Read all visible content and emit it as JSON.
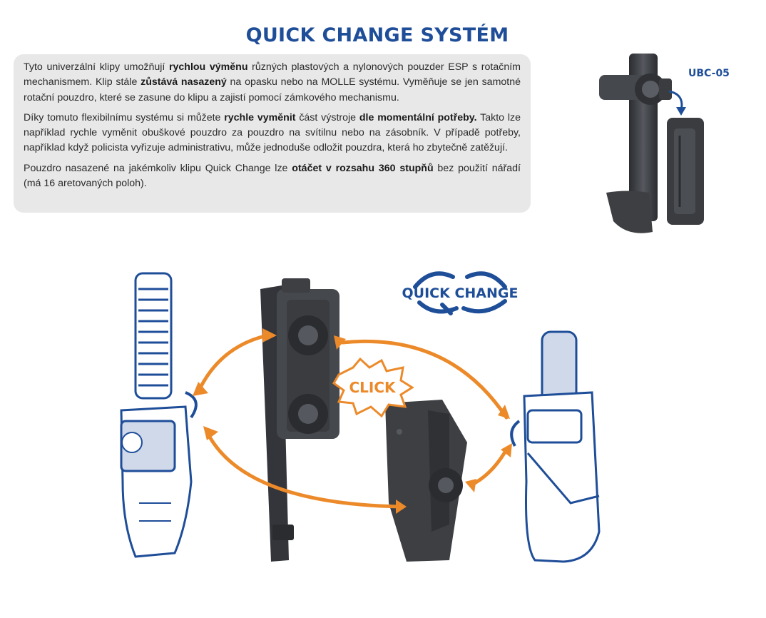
{
  "title": "QUICK CHANGE SYSTÉM",
  "product_code": "UBC-05",
  "paragraphs": [
    [
      {
        "t": "Tyto univerzální klipy umožňují "
      },
      {
        "t": "rychlou výměnu",
        "b": true
      },
      {
        "t": " různých plastových a nylonových pouzder ESP s rotačním mechanismem. Klip stále "
      },
      {
        "t": "zůstává nasazený",
        "b": true
      },
      {
        "t": " na opasku nebo na MOLLE systému. Vyměňuje se jen samotné rotační pouzdro, které se zasune do klipu a zajistí pomocí zámkového mechanismu."
      }
    ],
    [
      {
        "t": "Díky tomuto flexibilnímu systému si můžete "
      },
      {
        "t": "rychle vyměnit",
        "b": true
      },
      {
        "t": " část výstroje "
      },
      {
        "t": "dle momentální potřeby.",
        "b": true
      },
      {
        "t": " Takto lze například rychle vyměnit obuškové pouzdro za pouzdro na svítilnu nebo na zásobník. V případě potřeby, například když policista vyřizuje administrativu, může jednoduše odložit pouzdra, která ho zbytečně zatěžují."
      }
    ],
    [
      {
        "t": "Pouzdro nasazené na jakémkoliv klipu Quick Change lze "
      },
      {
        "t": "otáčet v rozsahu 360 stupňů",
        "b": true
      },
      {
        "t": " bez použití nářadí (má 16 aretovaných poloh)."
      }
    ]
  ],
  "logo_text": "QUICK CHANGE",
  "click_text": "CLICK",
  "colors": {
    "brand_blue": "#1f4e99",
    "arrow_orange": "#ec8a2a",
    "box_grey": "#e8e8e8",
    "dark_plastic": "#3d3f43"
  },
  "icons": [
    "clip-photo",
    "baton-illustration",
    "flashlight-illustration",
    "clip-illustration",
    "holster-illustration",
    "orange-double-arrow",
    "click-starburst",
    "quick-change-logo"
  ]
}
